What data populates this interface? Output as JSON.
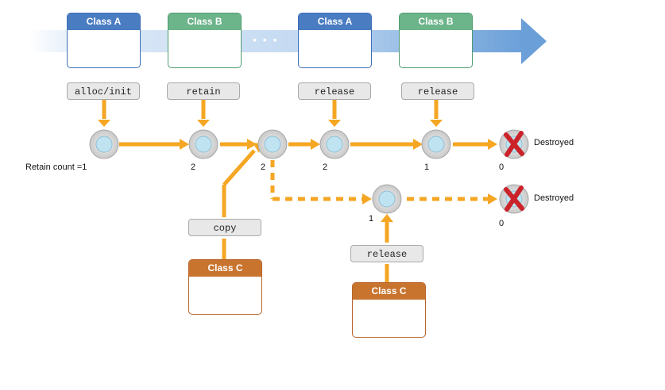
{
  "colors": {
    "arrow": "#f5a623",
    "timeline_fade": "#dbe8f7",
    "timeline_strong": "#6a9fd8",
    "class_a": "#4a7cc2",
    "class_b": "#6cb48a",
    "class_c": "#c8742f",
    "destroyed_x": "#cc2229"
  },
  "diagram": {
    "timeline_dots": "• • •",
    "top_classes": [
      "Class A",
      "Class B",
      "Class A",
      "Class B"
    ],
    "top_messages": [
      "alloc/init",
      "retain",
      "release",
      "release"
    ],
    "class_c": [
      "Class C",
      "Class C"
    ],
    "lower_messages": [
      "copy",
      "release"
    ],
    "retain_counts": {
      "first": "Retain count =1",
      "c2": "2",
      "c3": "2",
      "c4": "2",
      "c5": "1",
      "c6": "0",
      "lower_node": "1",
      "lower_destroyed": "0"
    },
    "destroyed": [
      "Destroyed",
      "Destroyed"
    ]
  }
}
